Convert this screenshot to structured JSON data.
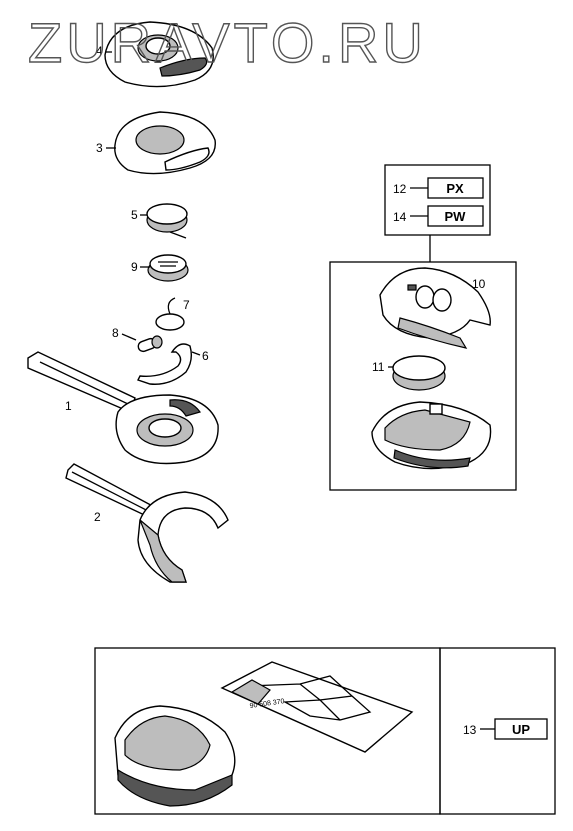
{
  "watermark": "ZURAVTO.RU",
  "callouts": {
    "c1": "1",
    "c2": "2",
    "c3": "3",
    "c4": "4",
    "c5": "5",
    "c6": "6",
    "c7": "7",
    "c8": "8",
    "c9": "9",
    "c10": "10",
    "c11": "11",
    "c12": "12",
    "c13": "13",
    "c14": "14"
  },
  "codes": {
    "px": "PX",
    "pw": "PW",
    "up": "UP"
  },
  "sticker_text": "90 508 370",
  "colors": {
    "line": "#000000",
    "shade": "#bdbdbd",
    "background": "#ffffff"
  }
}
